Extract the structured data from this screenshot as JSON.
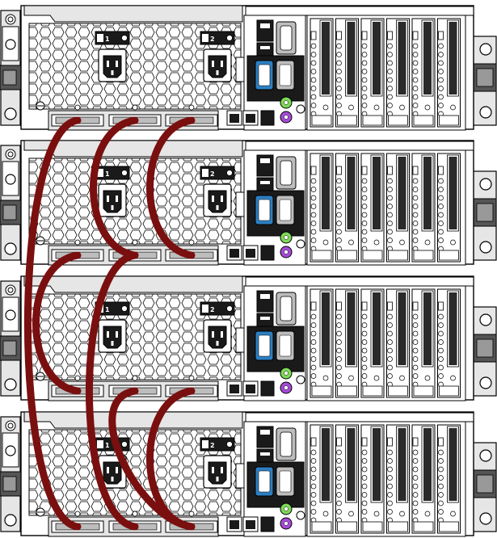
{
  "diagram": {
    "units": [
      {
        "psu_labels": [
          "1",
          "2"
        ]
      },
      {
        "psu_labels": [
          "1",
          "2"
        ]
      },
      {
        "psu_labels": [
          "1",
          "2"
        ]
      },
      {
        "psu_labels": [
          "1",
          "2"
        ]
      }
    ],
    "colors": {
      "cable": "#7a0f0f",
      "chassis_line": "#000000",
      "chassis_fill": "#ffffff",
      "panel_gray": "#e6e6e6",
      "dark_block": "#1a1a1a",
      "vga_blue": "#2d7fc2",
      "ps2_green": "#7ed957",
      "ps2_purple": "#a64ad8",
      "rail_gray": "#bdbdbd"
    },
    "cables": [
      {
        "from_unit": 1,
        "from_port": 1,
        "to_unit": 4,
        "to_port": 1
      },
      {
        "from_unit": 1,
        "from_port": 2,
        "to_unit": 2,
        "to_port": 2
      },
      {
        "from_unit": 1,
        "from_port": 3,
        "to_unit": 2,
        "to_port": 3
      },
      {
        "from_unit": 2,
        "from_port": 1,
        "to_unit": 3,
        "to_port": 1
      },
      {
        "from_unit": 2,
        "from_port": 2,
        "to_unit": 4,
        "to_port": 2
      },
      {
        "from_unit": 3,
        "from_port": 2,
        "to_unit": 4,
        "to_port": 3
      },
      {
        "from_unit": 3,
        "from_port": 3,
        "to_unit": 4,
        "to_port": 3
      }
    ]
  }
}
